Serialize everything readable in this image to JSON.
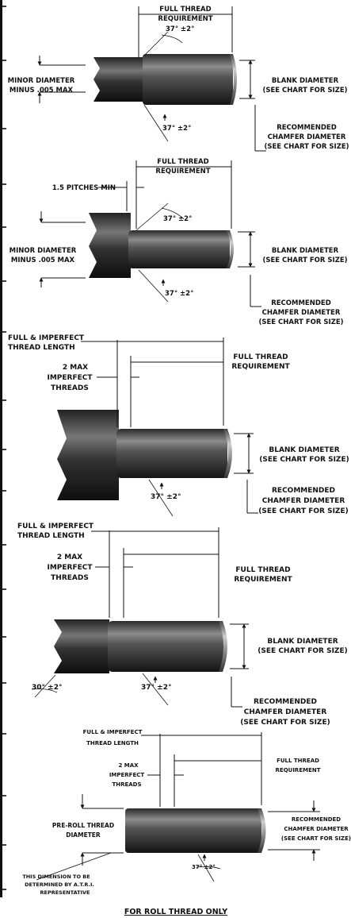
{
  "colors": {
    "metal_dark": "#1a1a1a",
    "metal_mid": "#555555",
    "metal_light": "#9a9a9a",
    "line": "#111111",
    "background": "#ffffff"
  },
  "diagrams": [
    {
      "full_thread": [
        "FULL THREAD",
        "REQUIREMENT"
      ],
      "angle_top": "37° ±2°",
      "angle_bottom": "37° ±2°",
      "minor": [
        "MINOR DIAMETER",
        "MINUS .005 MAX"
      ],
      "blank": [
        "BLANK DIAMETER",
        "(SEE CHART FOR SIZE)"
      ],
      "chamfer": [
        "RECOMMENDED",
        "CHAMFER DIAMETER",
        "(SEE CHART FOR SIZE)"
      ]
    },
    {
      "full_thread": [
        "FULL THREAD",
        "REQUIREMENT"
      ],
      "pitches": "1.5 PITCHES MIN",
      "angle_top": "37° ±2°",
      "angle_bottom": "37° ±2°",
      "minor": [
        "MINOR DIAMETER",
        "MINUS .005 MAX"
      ],
      "blank": [
        "BLANK DIAMETER",
        "(SEE CHART FOR SIZE)"
      ],
      "chamfer": [
        "RECOMMENDED",
        "CHAMFER DIAMETER",
        "(SEE CHART FOR SIZE)"
      ]
    },
    {
      "full_imperfect": [
        "FULL & IMPERFECT",
        "THREAD LENGTH"
      ],
      "imperfect": [
        "2 MAX",
        "IMPERFECT",
        "THREADS"
      ],
      "full_thread": [
        "FULL THREAD",
        "REQUIREMENT"
      ],
      "angle_bottom": "37° ±2°",
      "blank": [
        "BLANK DIAMETER",
        "(SEE CHART FOR SIZE)"
      ],
      "chamfer": [
        "RECOMMENDED",
        "CHAMFER DIAMETER",
        "(SEE CHART FOR SIZE)"
      ]
    },
    {
      "full_imperfect": [
        "FULL & IMPERFECT",
        "THREAD LENGTH"
      ],
      "imperfect": [
        "2 MAX",
        "IMPERFECT",
        "THREADS"
      ],
      "full_thread": [
        "FULL THREAD",
        "REQUIREMENT"
      ],
      "angle_left": "30° ±2°",
      "angle_bottom": "37° ±2°",
      "blank": [
        "BLANK DIAMETER",
        "(SEE CHART FOR SIZE)"
      ],
      "chamfer": [
        "RECOMMENDED",
        "CHAMFER DIAMETER",
        "(SEE CHART FOR SIZE)"
      ]
    },
    {
      "full_imperfect": [
        "FULL & IMPERFECT",
        "THREAD LENGTH"
      ],
      "imperfect": [
        "2 MAX",
        "IMPERFECT",
        "THREADS"
      ],
      "full_thread": [
        "FULL THREAD",
        "REQUIREMENT"
      ],
      "preroll": [
        "PRE-ROLL THREAD",
        "DIAMETER"
      ],
      "chamfer": [
        "RECOMMENDED",
        "CHAMFER DIAMETER",
        "(SEE CHART FOR SIZE)"
      ],
      "angle_bottom": "37° ±2°",
      "atri": [
        "THIS DIMENSION TO BE",
        "DETERMINED BY A.T.R.I.",
        "REPRESENTATIVE"
      ]
    }
  ],
  "footer": "FOR ROLL THREAD ONLY"
}
